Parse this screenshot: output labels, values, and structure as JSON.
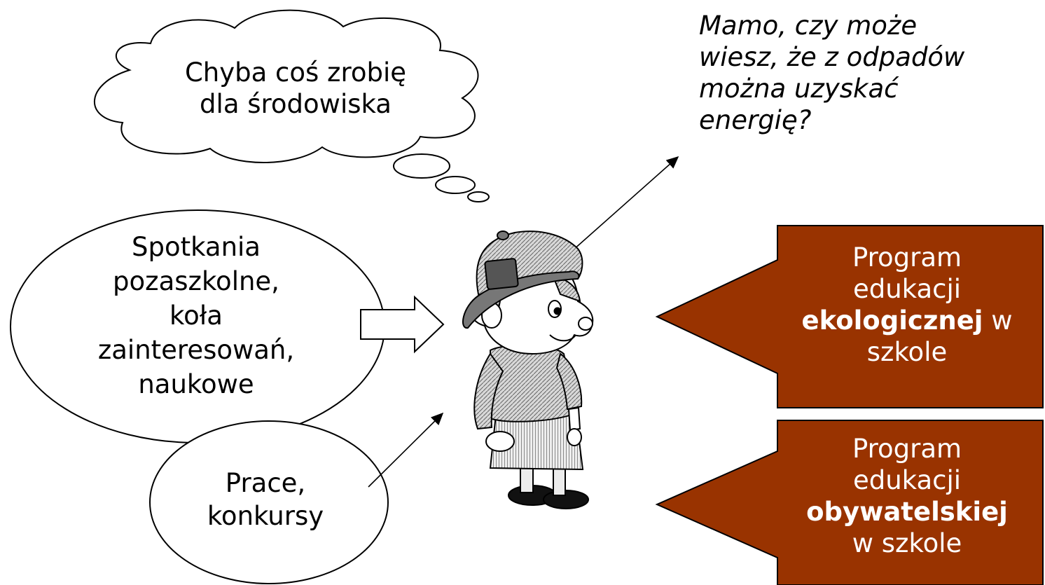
{
  "cloud": {
    "line1": "Chyba coś zrobię",
    "line2": "dla środowiska"
  },
  "quote": {
    "line1": "Mamo, czy może",
    "line2": "wiesz, że z odpadów",
    "line3": "można uzyskać",
    "line4": "energię?"
  },
  "big_ellipse": {
    "line1": "Spotkania",
    "line2": "pozaszkolne,",
    "line3": "koła",
    "line4": "zainteresowań,",
    "line5": "naukowe"
  },
  "small_ellipse": {
    "line1": "Prace,",
    "line2": "konkursy"
  },
  "arrow_eco": {
    "line1": "Program",
    "line2": "edukacji",
    "line3_bold": "ekologicznej",
    "line3_rest": " w",
    "line4": "szkole"
  },
  "arrow_civic": {
    "line1": "Program",
    "line2": "edukacji",
    "line3_bold": "obywatelskiej",
    "line4": "w szkole"
  },
  "colors": {
    "arrow_fill": "#993300",
    "arrow_text": "#ffffff"
  }
}
